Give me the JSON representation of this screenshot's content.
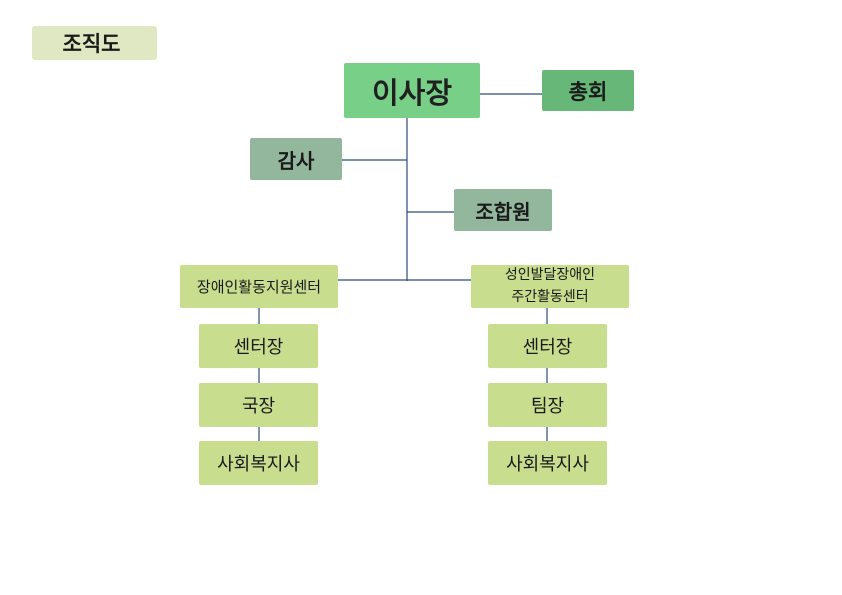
{
  "title": "조직도",
  "nodes": {
    "chairman": "이사장",
    "general_assembly": "총회",
    "auditor": "감사",
    "members": "조합원",
    "center_left": "장애인활동지원센터",
    "center_right_line1": "성인발달장애인",
    "center_right_line2": "주간활동센터",
    "left_staff": [
      "센터장",
      "국장",
      "사회복지사"
    ],
    "right_staff": [
      "센터장",
      "팀장",
      "사회복지사"
    ]
  },
  "colors": {
    "chairman": "#77cf88",
    "general_assembly": "#66b778",
    "auditor_members": "#93b79d",
    "centers_staff": "#c8dd8e",
    "title_bg": "#dfe8c3",
    "connector": "#2b4d7a"
  }
}
